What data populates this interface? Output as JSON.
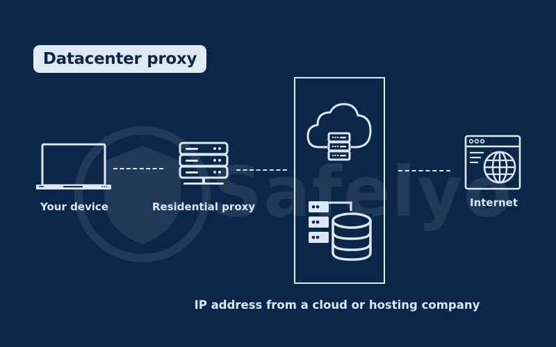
{
  "title": "Datacenter proxy",
  "nodes": [
    {
      "id": "device",
      "label": "Your device",
      "icon": "laptop-icon"
    },
    {
      "id": "residential",
      "label": "Residential proxy",
      "icon": "server-stack-icon"
    },
    {
      "id": "datacenter",
      "label": "",
      "icons": [
        "cloud-server-icon",
        "database-server-icon"
      ]
    },
    {
      "id": "internet",
      "label": "Internet",
      "icon": "browser-globe-icon"
    }
  ],
  "caption": "IP address from a cloud or hosting company",
  "watermark": {
    "text": "Safelyo",
    "icon": "shield-lock-icon"
  },
  "colors": {
    "background": "#0c2649",
    "foreground": "#dce8f6",
    "pill": "#dfe9f5"
  }
}
